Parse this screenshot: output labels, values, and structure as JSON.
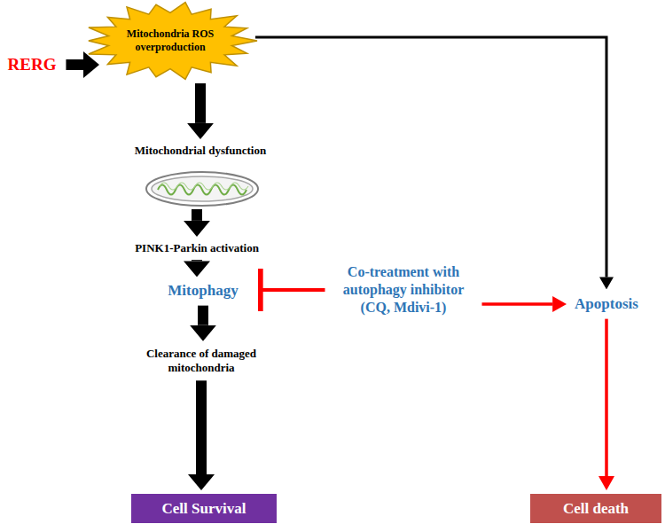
{
  "diagram": {
    "nodes": [
      {
        "text": [
          "RERG"
        ]
      },
      {
        "text": [
          "Mitochondria ROS overproduction"
        ]
      },
      {
        "text": [
          "Mitochondrial dysfunction"
        ]
      },
      {
        "text": [
          "PINK1-Parkin activation"
        ]
      },
      {
        "text": [
          "Mitophagy"
        ]
      },
      {
        "text": [
          "Co-treatment with autophagy inhibitor (CQ, Mdivi-1)"
        ]
      },
      {
        "text": [
          "Apoptosis"
        ]
      },
      {
        "text": [
          "Clearance of damaged mitochondria"
        ]
      },
      {
        "text": [
          "Cell Survival"
        ]
      },
      {
        "text": [
          "Cell death"
        ]
      }
    ],
    "edges": [
      {
        "from": 0,
        "to": 1,
        "arrow": "to"
      },
      {
        "from": 1,
        "to": 2,
        "arrow": "to"
      },
      {
        "from": 2,
        "to": 3,
        "arrow": "to"
      },
      {
        "from": 3,
        "to": 4,
        "arrow": "to"
      },
      {
        "from": 4,
        "to": 7,
        "arrow": "to"
      },
      {
        "from": 7,
        "to": 8,
        "arrow": "to"
      },
      {
        "from": 5,
        "to": 4,
        "arrow": "to"
      },
      {
        "from": 5,
        "to": 6,
        "arrow": "to"
      },
      {
        "from": 1,
        "to": 6,
        "arrow": "to"
      },
      {
        "from": 6,
        "to": 9,
        "arrow": "to"
      }
    ]
  }
}
